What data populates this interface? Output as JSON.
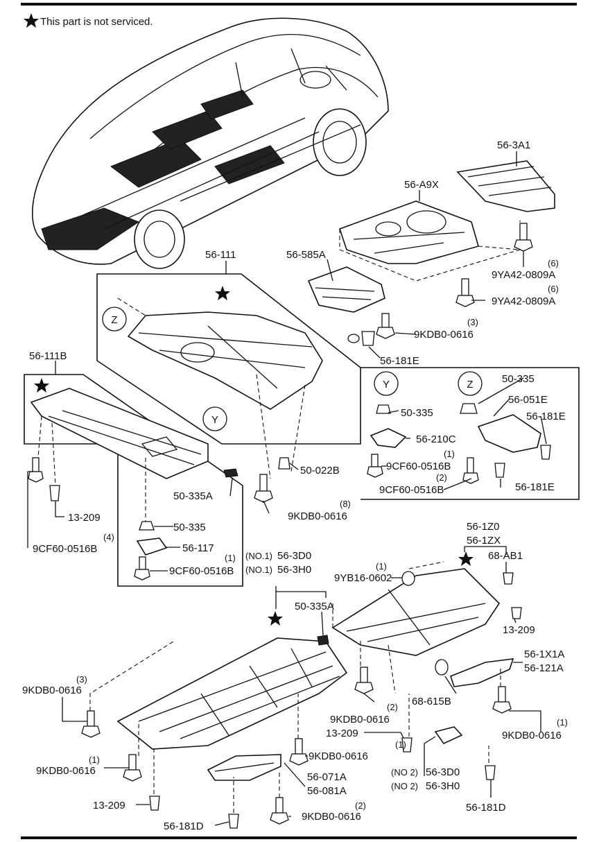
{
  "legend": {
    "star_icon": "star-icon",
    "text": "This part is not serviced."
  },
  "callouts": {
    "c_56_3A1": "56-3A1",
    "c_56_A9X": "56-A9X",
    "c_9YA42_a": "9YA42-0809A",
    "c_9YA42_a_qty": "(6)",
    "c_9YA42_b": "9YA42-0809A",
    "c_9YA42_b_qty": "(6)",
    "c_56_585A": "56-585A",
    "c_56_111": "56-111",
    "c_9KDB0_a": "9KDB0-0616",
    "c_9KDB0_a_qty": "(3)",
    "c_56_181E_a": "56-181E",
    "c_56_111B": "56-111B",
    "c_Z1": "Z",
    "c_Y1": "Y",
    "c_Y2": "Y",
    "c_Z2": "Z",
    "c_50_335_a": "50-335",
    "c_50_335_b": "50-335",
    "c_56_051E": "56-051E",
    "c_56_181E_b": "56-181E",
    "c_56_210C": "56-210C",
    "c_9CF60_a": "9CF60-0516B",
    "c_9CF60_a_qty": "(1)",
    "c_9CF60_b": "9CF60-0516B",
    "c_9CF60_b_qty": "(2)",
    "c_56_181E_c": "56-181E",
    "c_50_022B": "50-022B",
    "c_50_335A_a": "50-335A",
    "c_9KDB0_b": "9KDB0-0616",
    "c_9KDB0_b_qty": "(8)",
    "c_13_209_a": "13-209",
    "c_50_335_c": "50-335",
    "c_9CF60_c": "9CF60-0516B",
    "c_9CF60_c_qty": "(4)",
    "c_56_117": "56-117",
    "c_9CF60_d": "9CF60-0516B",
    "c_9CF60_d_qty": "(1)",
    "c_56_1Z0": "56-1Z0",
    "c_56_1ZX": "56-1ZX",
    "c_68_AB1": "68-AB1",
    "c_no1_a": "(NO.1)",
    "c_56_3D0_a": "56-3D0",
    "c_no1_b": "(NO.1)",
    "c_56_3H0_a": "56-3H0",
    "c_9YB16": "9YB16-0602",
    "c_9YB16_qty": "(1)",
    "c_50_335A_b": "50-335A",
    "c_13_209_b": "13-209",
    "c_9KDB0_c": "9KDB0-0616",
    "c_9KDB0_c_qty": "(3)",
    "c_56_1X1A": "56-1X1A",
    "c_56_121A": "56-121A",
    "c_9KDB0_d": "9KDB0-0616",
    "c_9KDB0_d_qty": "(2)",
    "c_68_615B": "68-615B",
    "c_9KDB0_e": "9KDB0-0616",
    "c_9KDB0_e_qty": "(1)",
    "c_13_209_c": "13-209",
    "c_9KDB0_f": "9KDB0-0616",
    "c_9KDB0_f_qty": "(1)",
    "c_9KDB0_g": "9KDB0-0616",
    "c_9KDB0_g_qty": "(1)",
    "c_56_071A": "56-071A",
    "c_56_081A": "56-081A",
    "c_no2_a": "(NO 2)",
    "c_56_3D0_b": "56-3D0",
    "c_no2_b": "(NO 2)",
    "c_56_3H0_b": "56-3H0",
    "c_13_209_d": "13-209",
    "c_9KDB0_h": "9KDB0-0616",
    "c_9KDB0_h_qty": "(2)",
    "c_56_181D_a": "56-181D",
    "c_56_181D_b": "56-181D"
  }
}
